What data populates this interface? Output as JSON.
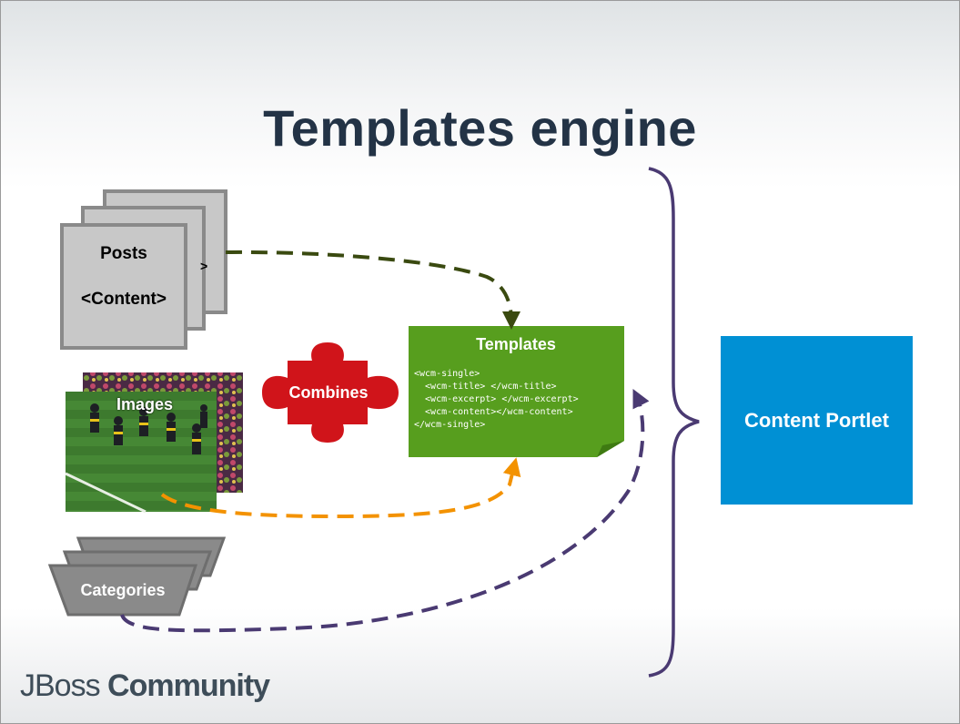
{
  "slide": {
    "title": "Templates engine"
  },
  "posts": {
    "title": "Posts",
    "content": "<Content>",
    "peek_text": ">"
  },
  "images": {
    "label": "Images"
  },
  "combines": {
    "label": "Combines"
  },
  "categories": {
    "label": "Categories"
  },
  "templates": {
    "title": "Templates",
    "code": "<wcm-single>\n  <wcm-title> </wcm-title>\n  <wcm-excerpt> </wcm-excerpt>\n  <wcm-content></wcm-content>\n</wcm-single>"
  },
  "portlet": {
    "label": "Content Portlet"
  },
  "logo": {
    "part1": "JBoss",
    "part2": "Community"
  },
  "colors": {
    "title": "#233346",
    "templates_green": "#579e1e",
    "portlet_blue": "#0090d4",
    "combines_red": "#d0141a",
    "posts_arrow": "#3a4a10",
    "images_arrow": "#f39200",
    "categories_arrow": "#4a3a72",
    "brace": "#4a3a72"
  }
}
